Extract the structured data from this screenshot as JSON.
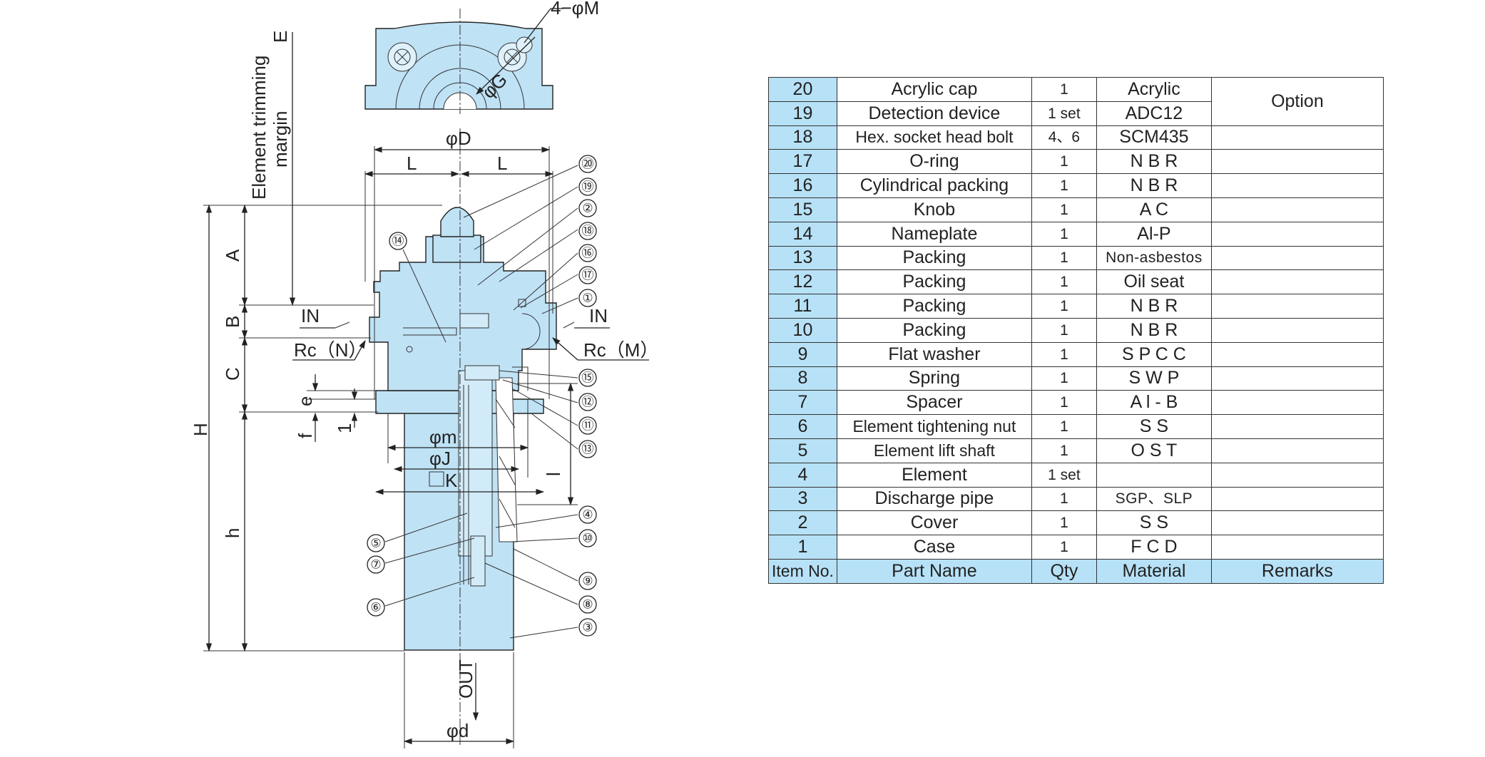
{
  "drawing": {
    "top_view": {
      "holes_label": "4−φM",
      "diameter_label": "φG"
    },
    "labels": {
      "E": "E",
      "element_trimming_line1": "Element trimming",
      "element_trimming_line2": "margin",
      "phiD": "φD",
      "L_left": "L",
      "L_right": "L",
      "A": "A",
      "B": "B",
      "C": "C",
      "H": "H",
      "h": "h",
      "e": "e",
      "f": "f",
      "one": "1",
      "in_left": "IN",
      "in_right": "IN",
      "rc_left": "Rc（N）",
      "rc_right": "Rc（M）",
      "phim": "φm",
      "phiJ": "φJ",
      "K": "K",
      "l": "l",
      "out": "OUT",
      "phid": "φd"
    },
    "balloons": [
      "⑳",
      "⑲",
      "②",
      "⑱",
      "⑯",
      "⑰",
      "①",
      "⑭",
      "⑮",
      "⑫",
      "⑪",
      "⑬",
      "④",
      "⑩",
      "⑤",
      "⑦",
      "⑨",
      "⑧",
      "⑥",
      "③"
    ]
  },
  "parts_table": {
    "header": {
      "item_no": "Item No.",
      "part_name": "Part Name",
      "qty": "Qty",
      "material": "Material",
      "remarks": "Remarks"
    },
    "option_remark": "Option",
    "rows": [
      {
        "no": "20",
        "name": "Acrylic cap",
        "qty": "1",
        "material": "Acrylic"
      },
      {
        "no": "19",
        "name": "Detection device",
        "qty": "1 set",
        "material": "ADC12"
      },
      {
        "no": "18",
        "name": "Hex. socket head bolt",
        "qty": "4、6",
        "material": "SCM435"
      },
      {
        "no": "17",
        "name": "O-ring",
        "qty": "1",
        "material": "N B R"
      },
      {
        "no": "16",
        "name": "Cylindrical packing",
        "qty": "1",
        "material": "N B R"
      },
      {
        "no": "15",
        "name": "Knob",
        "qty": "1",
        "material": "A C"
      },
      {
        "no": "14",
        "name": "Nameplate",
        "qty": "1",
        "material": "Al-P"
      },
      {
        "no": "13",
        "name": "Packing",
        "qty": "1",
        "material": "Non-asbestos"
      },
      {
        "no": "12",
        "name": "Packing",
        "qty": "1",
        "material": "Oil seat"
      },
      {
        "no": "11",
        "name": "Packing",
        "qty": "1",
        "material": "N B R"
      },
      {
        "no": "10",
        "name": "Packing",
        "qty": "1",
        "material": "N B R"
      },
      {
        "no": "9",
        "name": "Flat washer",
        "qty": "1",
        "material": "S P C C"
      },
      {
        "no": "8",
        "name": "Spring",
        "qty": "1",
        "material": "S W P"
      },
      {
        "no": "7",
        "name": "Spacer",
        "qty": "1",
        "material": "A l - B"
      },
      {
        "no": "6",
        "name": "Element tightening nut",
        "qty": "1",
        "material": "S S"
      },
      {
        "no": "5",
        "name": "Element lift shaft",
        "qty": "1",
        "material": "O S T"
      },
      {
        "no": "4",
        "name": "Element",
        "qty": "1 set",
        "material": ""
      },
      {
        "no": "3",
        "name": "Discharge pipe",
        "qty": "1",
        "material": "SGP、SLP"
      },
      {
        "no": "2",
        "name": "Cover",
        "qty": "1",
        "material": "S S"
      },
      {
        "no": "1",
        "name": "Case",
        "qty": "1",
        "material": "F C D"
      }
    ]
  }
}
